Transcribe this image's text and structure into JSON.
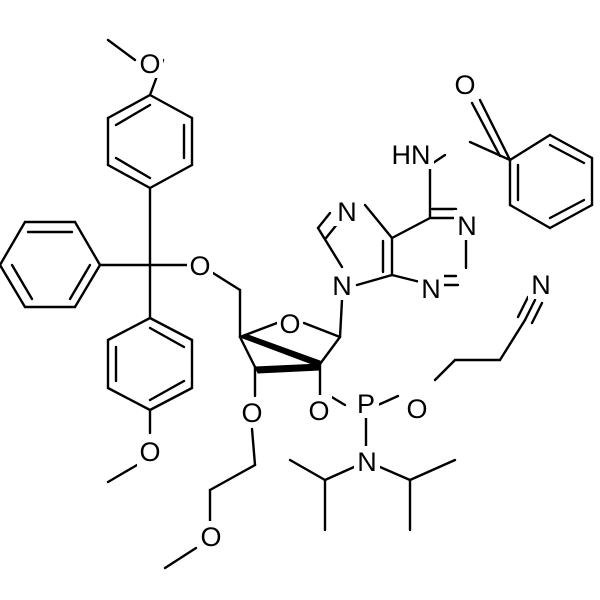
{
  "atom_labels": {
    "o_top_methoxy": "O",
    "o_carbonyl": "O",
    "hn_amide": "HN",
    "n_top": "N",
    "n_right": "N",
    "n_bottom": "N",
    "n_nine": "N",
    "n_nitrile": "N",
    "o_trityl_ether": "O",
    "o_ring": "O",
    "o_three": "O",
    "o_two": "O",
    "p_phosphorus": "P",
    "o_phosphite": "O",
    "n_diisopropyl": "N",
    "o_bottom_methoxy": "O",
    "o_methoxyethyl": "O"
  }
}
